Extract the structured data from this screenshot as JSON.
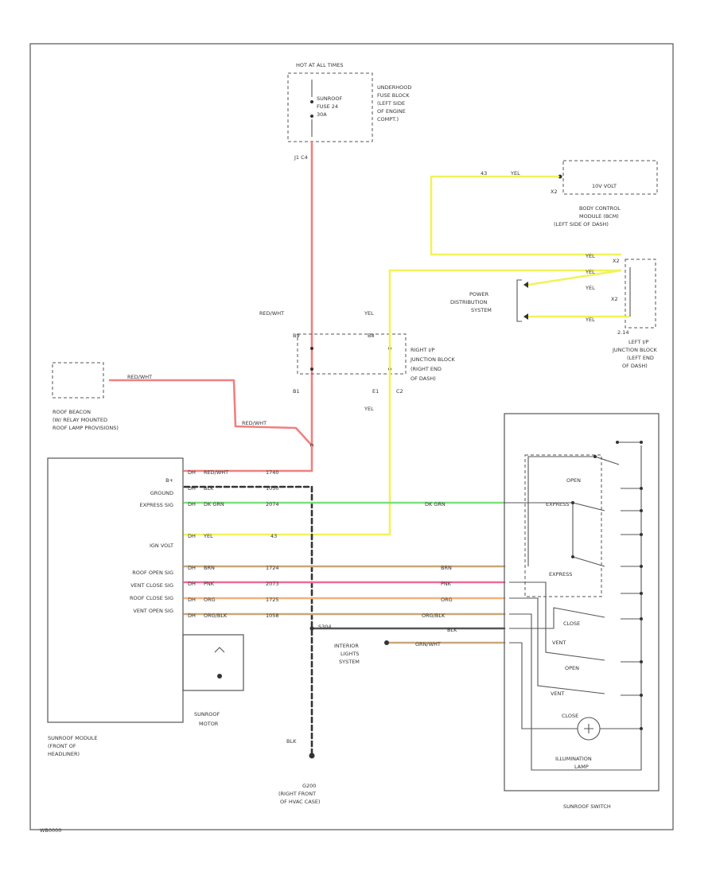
{
  "colors": {
    "red": "#f08080",
    "yellow": "#f2f25a",
    "green": "#7de07d",
    "brown": "#c8a878",
    "pink": "#f06a9a",
    "orange": "#f5b07a",
    "black": "#333333",
    "gray": "#555555"
  },
  "fuse": {
    "hot_label": "HOT AT ALL TIMES",
    "block_label": [
      "UNDERHOOD",
      "FUSE BLOCK",
      "(LEFT SIDE",
      "OF ENGINE",
      "COMPT.)"
    ],
    "fuse_label": [
      "SUNROOF",
      "FUSE 24",
      "30A"
    ],
    "connector": "J1 C4"
  },
  "bcm": {
    "pin": "X2",
    "label": "10V VOLT",
    "title": [
      "BODY CONTROL",
      "MODULE (BCM)",
      "(LEFT SIDE OF DASH)"
    ],
    "wire_color": "YEL",
    "wire_num": "43"
  },
  "left_junction": {
    "title": [
      "LEFT I/P",
      "JUNCTION BLOCK",
      "(LEFT END",
      "OF DASH)"
    ],
    "pin_top": "X2",
    "pin_mid": "X2",
    "pin_bot": "2.14",
    "wires": [
      "YEL",
      "YEL",
      "YEL",
      "YEL"
    ]
  },
  "power_dist": [
    "POWER",
    "DISTRIBUTION",
    "SYSTEM"
  ],
  "right_junction": {
    "title": [
      "RIGHT I/P",
      "JUNCTION BLOCK",
      "(RIGHT END",
      "OF DASH)"
    ],
    "left_wire": "RED/WHT",
    "right_wire": "YEL",
    "pin_l": "B1",
    "pin_r": "E1",
    "pin_r2": "C2",
    "bottom_wire": "YEL",
    "pin_tl": "B9",
    "pin_tr": "B8"
  },
  "beacon": {
    "title": [
      "ROOF BEACON",
      "(W/ RELAY MOUNTED",
      "ROOF LAMP PROVISIONS)"
    ],
    "wire": "RED/WHT",
    "wire2": "RED/WHT"
  },
  "module": {
    "title": [
      "SUNROOF MODULE",
      "(FRONT OF",
      "HEADLINER)"
    ],
    "inputs": [
      "B+",
      "GROUND",
      "EXPRESS SIG",
      "IGN VOLT",
      "ROOF OPEN SIG",
      "VENT CLOSE SIG",
      "ROOF CLOSE SIG",
      "VENT OPEN SIG"
    ],
    "prefix": "DH",
    "wires": [
      {
        "color": "RED/WHT",
        "num": "1740"
      },
      {
        "color": "BLK",
        "num": "1050"
      },
      {
        "color": "DK GRN",
        "num": "2074"
      },
      {
        "color": "YEL",
        "num": "43"
      },
      {
        "color": "BRN",
        "num": "1724"
      },
      {
        "color": "PNK",
        "num": "2073"
      },
      {
        "color": "ORG",
        "num": "1725"
      },
      {
        "color": "ORG/BLK",
        "num": "1058"
      }
    ],
    "right_wires": [
      "DK GRN",
      "BRN",
      "PNK",
      "ORG",
      "ORG/BLK",
      "BLK",
      "GRN/WHT"
    ]
  },
  "motor": [
    "SUNROOF",
    "MOTOR"
  ],
  "ground": {
    "wire": "BLK",
    "label": [
      "G200",
      "(RIGHT FRONT",
      "OF HVAC CASE)"
    ],
    "splice": "S304"
  },
  "interior": [
    "INTERIOR",
    "LIGHTS",
    "SYSTEM"
  ],
  "switch": {
    "title": "SUNROOF SWITCH",
    "labels": [
      "OPEN",
      "EXPRESS",
      "EXPRESS",
      "CLOSE",
      "VENT",
      "OPEN",
      "VENT",
      "CLOSE"
    ],
    "lamp": [
      "ILLUMINATION",
      "LAMP"
    ]
  },
  "code": "WB0000"
}
